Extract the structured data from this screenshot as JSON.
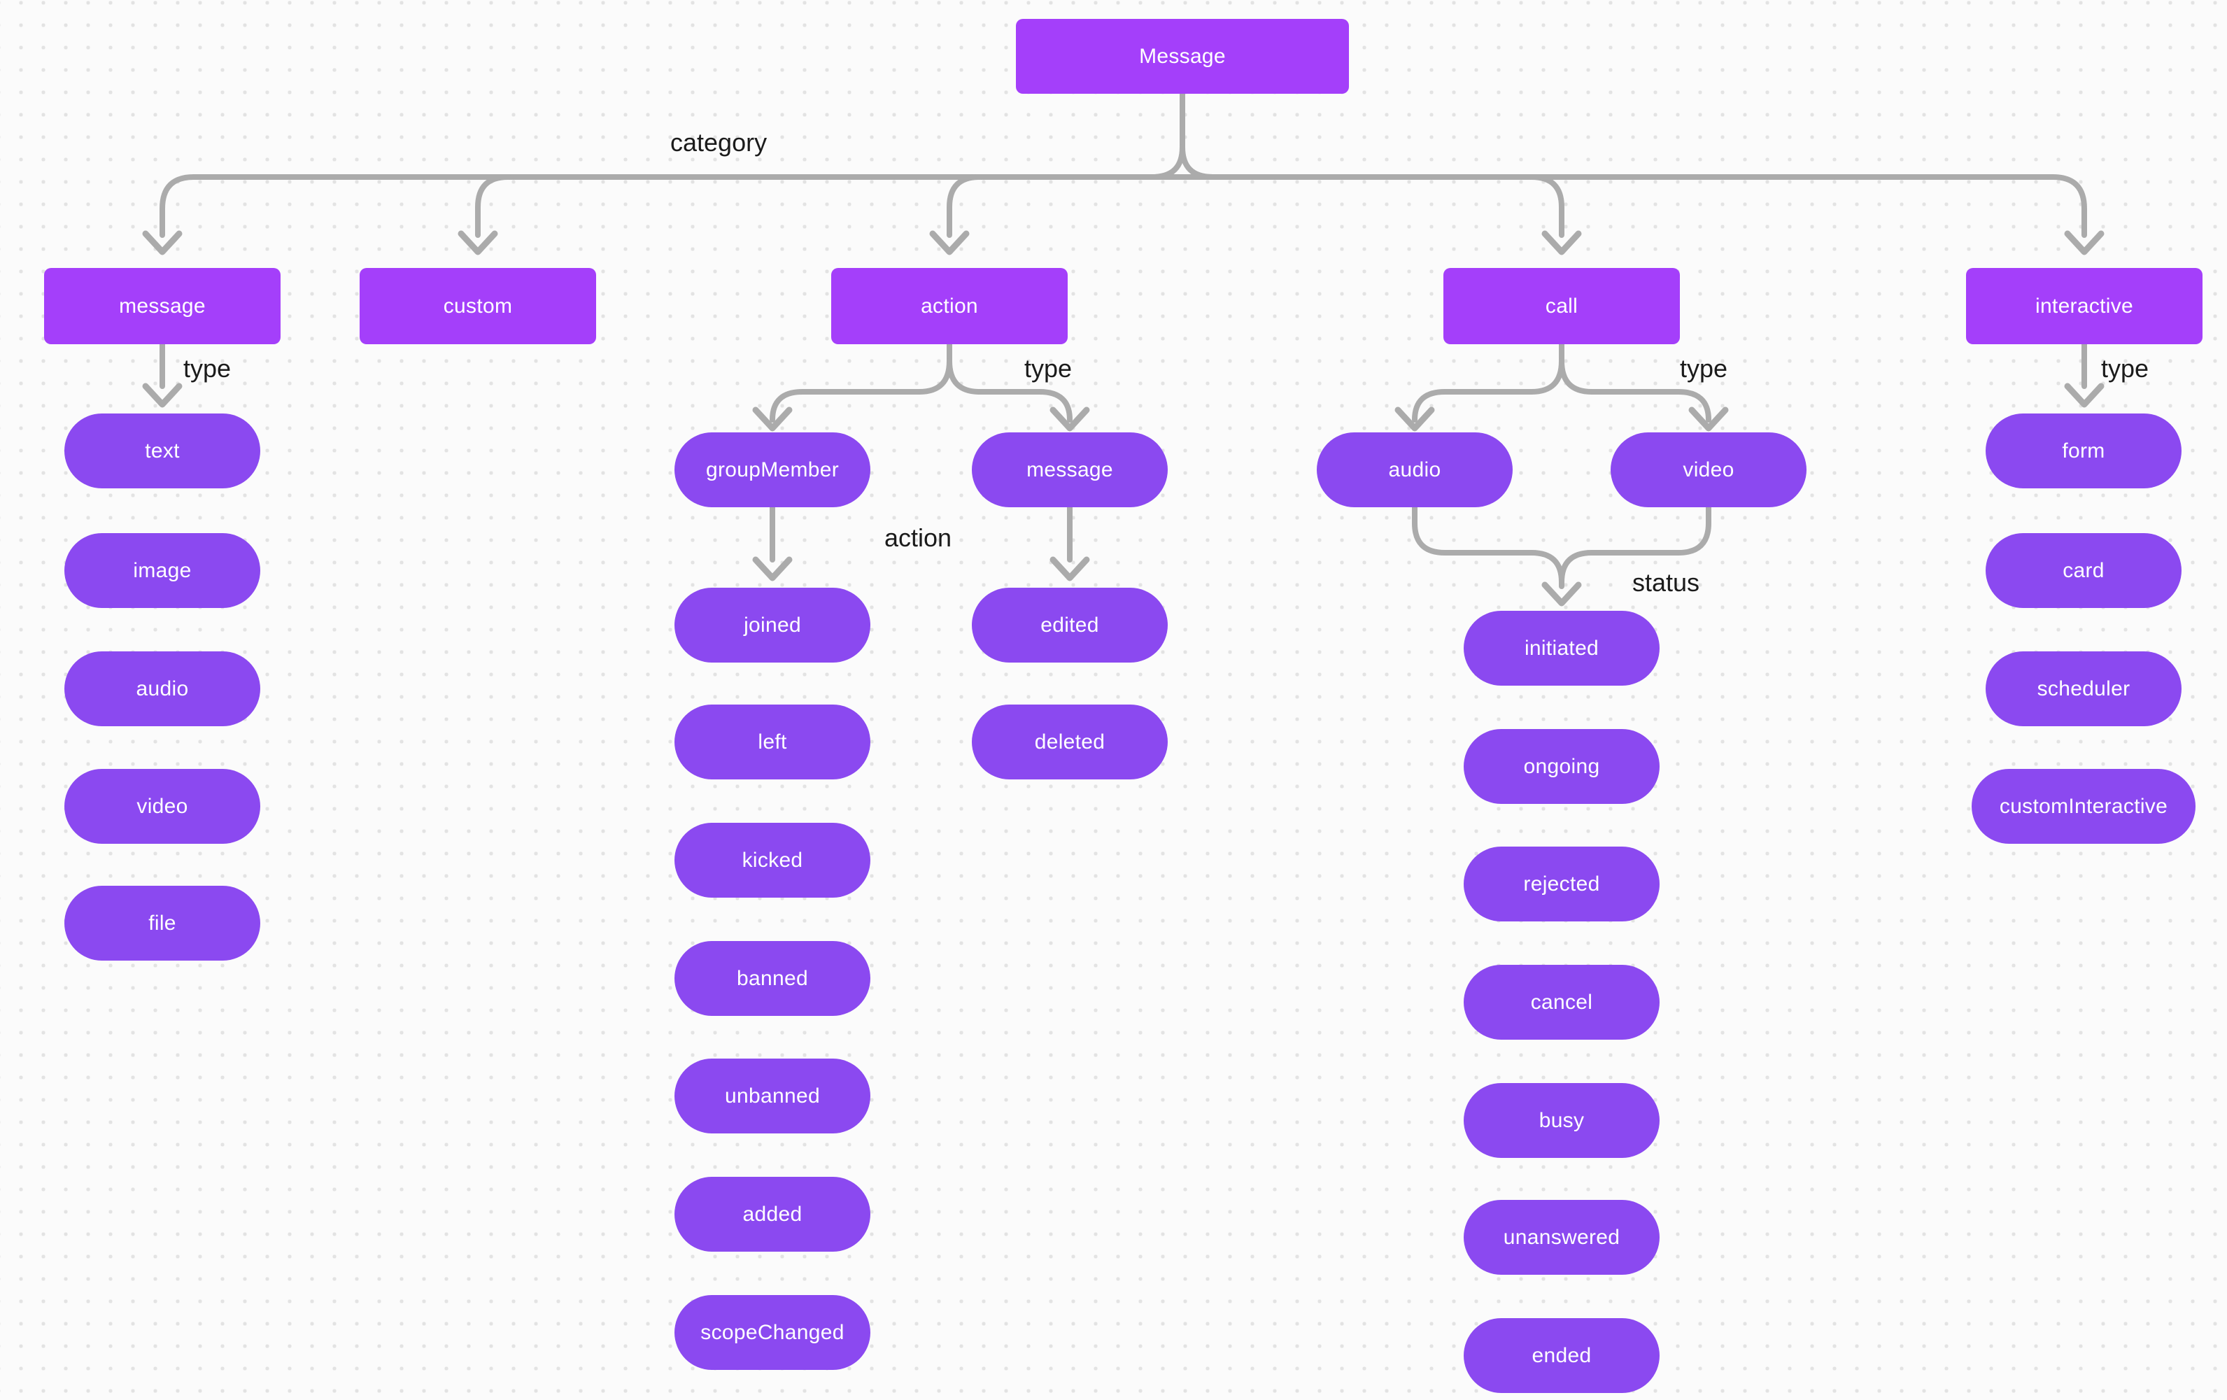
{
  "colors": {
    "canvas_bg": "#fbfbfb",
    "dot": "#e3e3e3",
    "category_fill": "#a43ffa",
    "pill_fill": "#8b49f0",
    "node_text": "#ffffff",
    "edge": "#ababab",
    "edge_label_text": "#1b1b1b"
  },
  "nodes": {
    "root": {
      "label": "Message"
    },
    "categories": [
      {
        "label": "message",
        "type_children": [
          "text",
          "image",
          "audio",
          "video",
          "file"
        ]
      },
      {
        "label": "custom"
      },
      {
        "label": "action",
        "type_children": [
          "groupMember",
          "message"
        ],
        "group_member_actions": [
          "joined",
          "left",
          "kicked",
          "banned",
          "unbanned",
          "added",
          "scopeChanged"
        ],
        "message_actions": [
          "edited",
          "deleted"
        ]
      },
      {
        "label": "call",
        "type_children": [
          "audio",
          "video"
        ],
        "statuses": [
          "initiated",
          "ongoing",
          "rejected",
          "cancel",
          "busy",
          "unanswered",
          "ended"
        ]
      },
      {
        "label": "interactive",
        "type_children": [
          "form",
          "card",
          "scheduler",
          "customInteractive"
        ]
      }
    ]
  },
  "edge_labels": {
    "category": "category",
    "type": "type",
    "action": "action",
    "status": "status"
  }
}
